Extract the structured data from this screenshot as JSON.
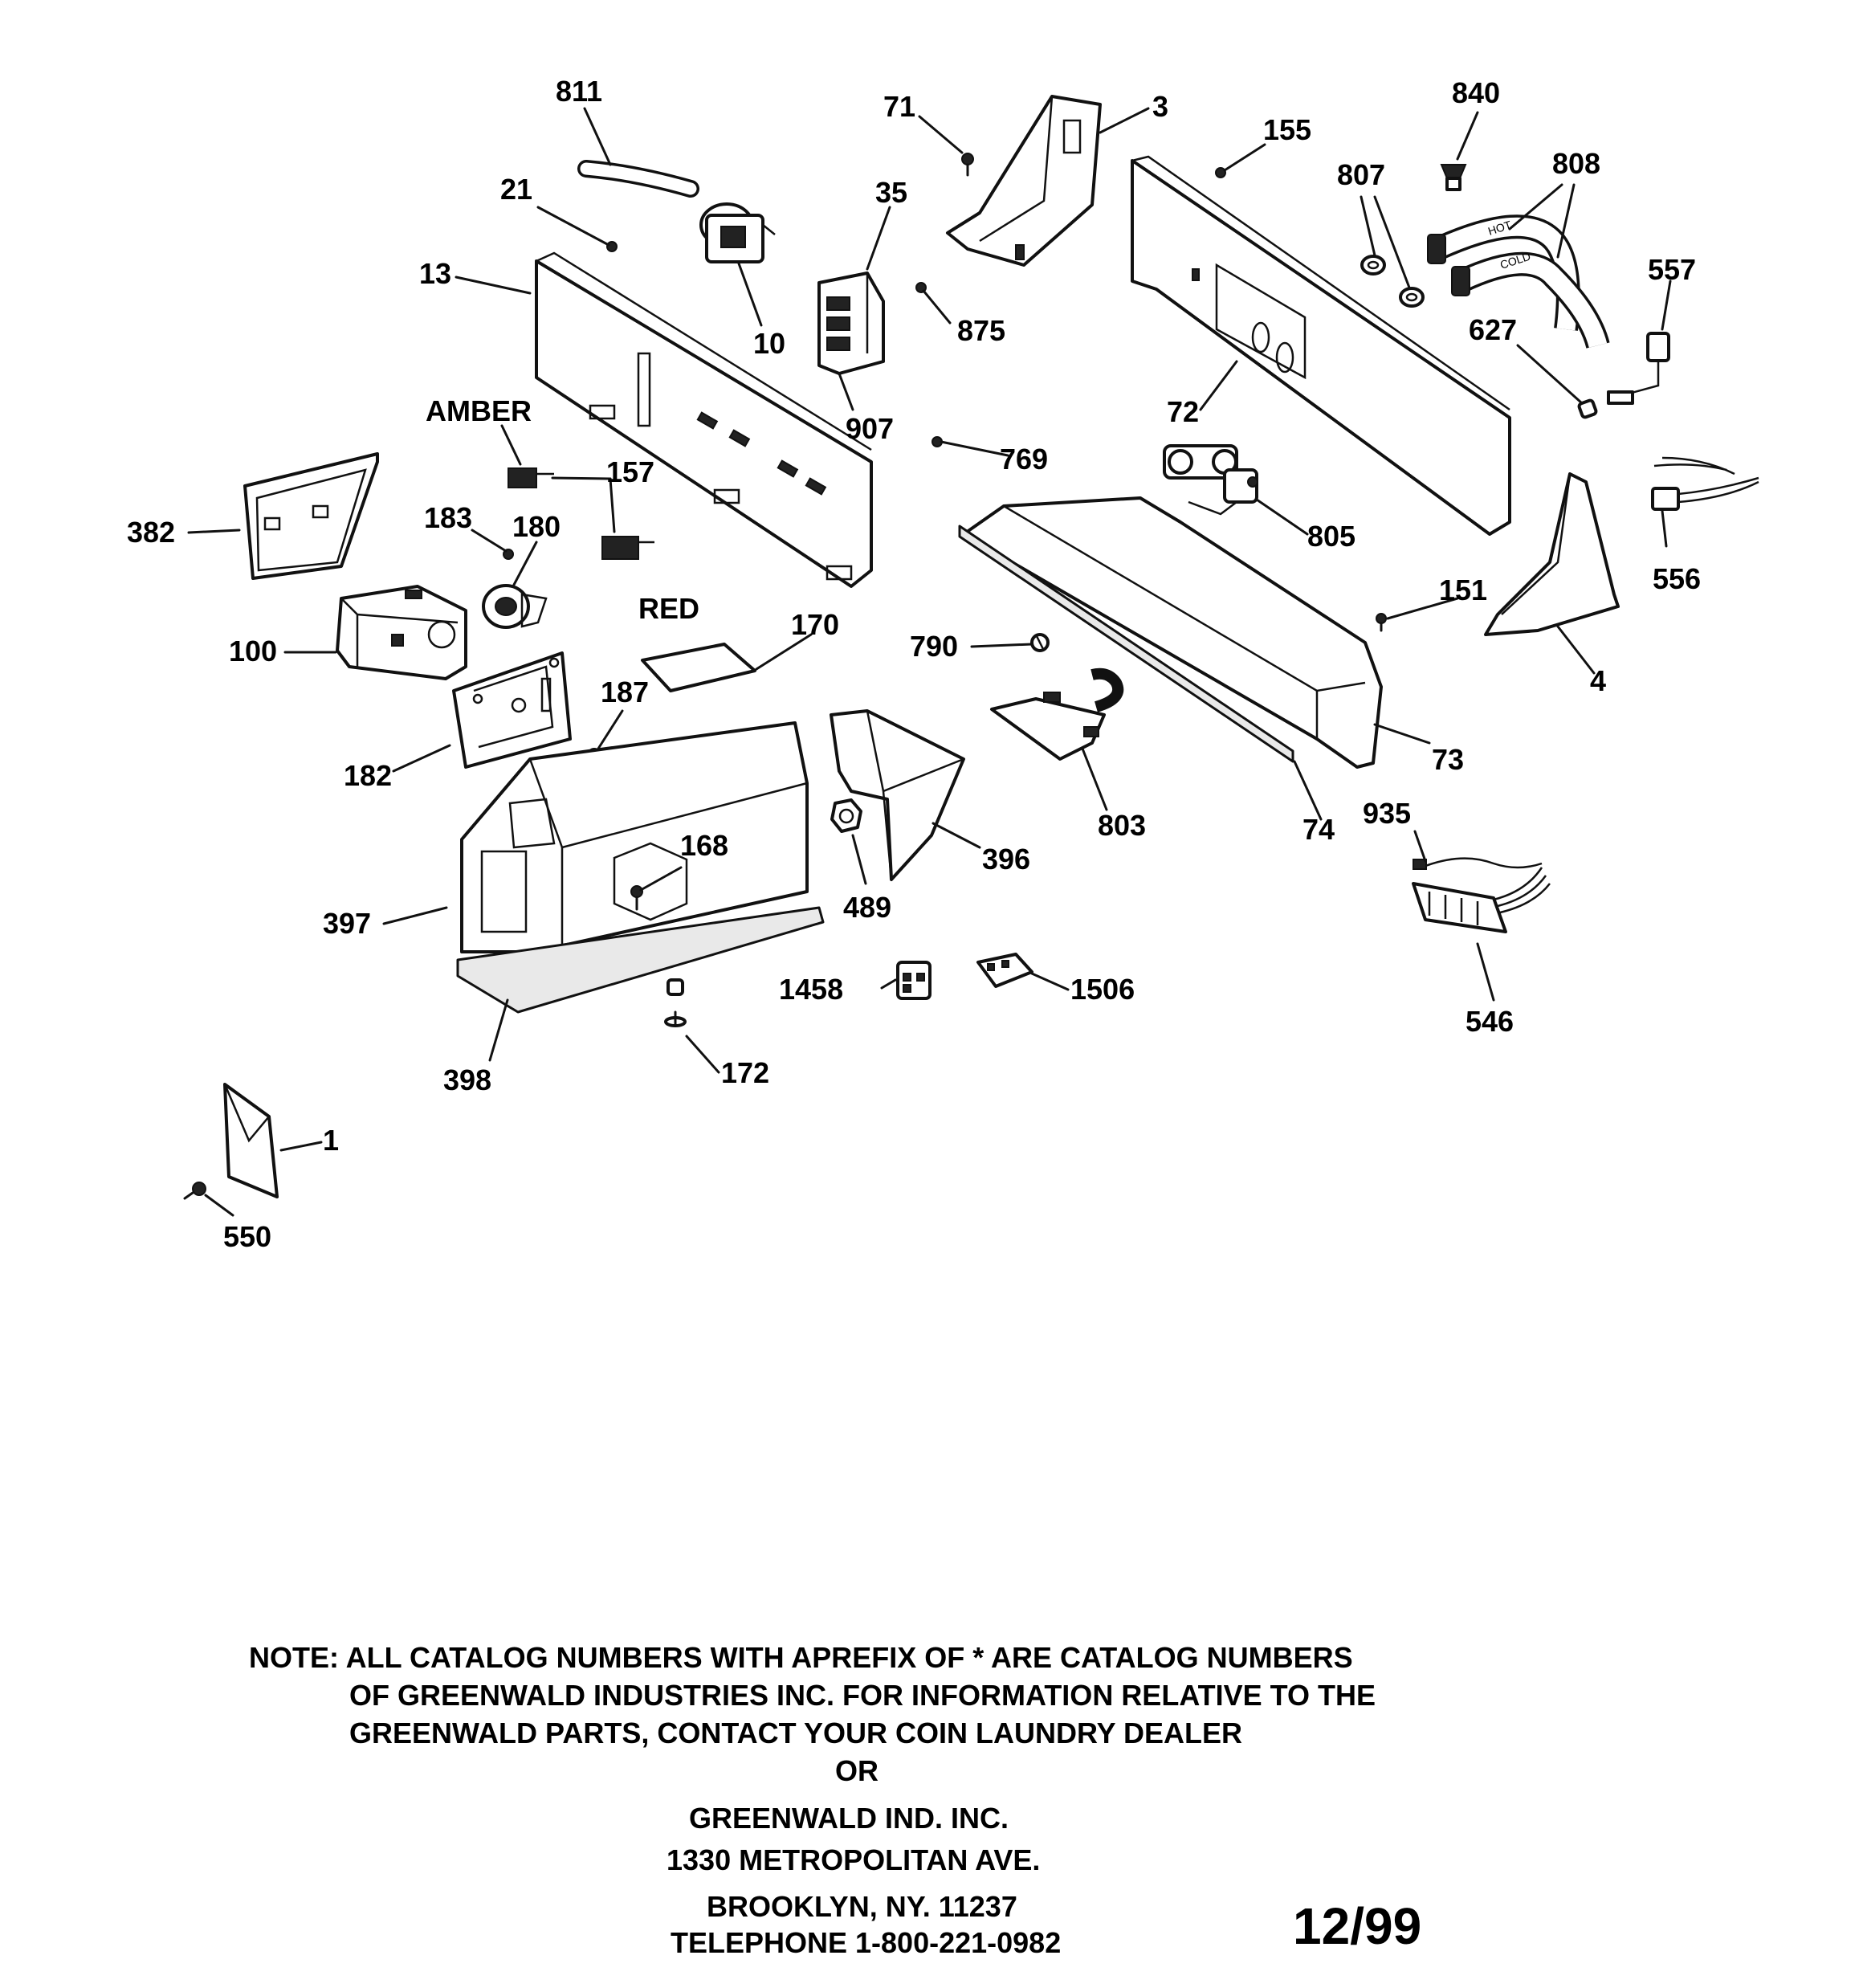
{
  "callouts": {
    "p811": "811",
    "p71": "71",
    "p3": "3",
    "p840": "840",
    "p155": "155",
    "p21": "21",
    "p35": "35",
    "p807": "807",
    "p808": "808",
    "p13": "13",
    "p10": "10",
    "p875": "875",
    "p557": "557",
    "p627": "627",
    "p907": "907",
    "p72": "72",
    "amber": "AMBER",
    "p157": "157",
    "p769": "769",
    "p382": "382",
    "p183": "183",
    "p180": "180",
    "p805": "805",
    "red": "RED",
    "p151": "151",
    "p556": "556",
    "p100": "100",
    "p170": "170",
    "p790": "790",
    "p4": "4",
    "p187": "187",
    "p182": "182",
    "p73": "73",
    "p168": "168",
    "p803": "803",
    "p935": "935",
    "p396": "396",
    "p74": "74",
    "p397": "397",
    "p489": "489",
    "p1458": "1458",
    "p1506": "1506",
    "p546": "546",
    "p398": "398",
    "p172": "172",
    "p1": "1",
    "p550": "550"
  },
  "note": {
    "line1": "NOTE: ALL CATALOG NUMBERS WITH APREFIX OF * ARE CATALOG NUMBERS",
    "line2": "OF GREENWALD INDUSTRIES INC. FOR INFORMATION RELATIVE TO THE",
    "line3": "GREENWALD PARTS, CONTACT YOUR COIN LAUNDRY DEALER",
    "line4": "OR",
    "line5": "GREENWALD IND. INC.",
    "line6": "1330 METROPOLITAN AVE.",
    "line7": "BROOKLYN, NY. 11237",
    "line8": "TELEPHONE 1-800-221-0982"
  },
  "date_code": "12/99",
  "hose_labels": {
    "hot": "HOT",
    "cold": "COLD"
  }
}
